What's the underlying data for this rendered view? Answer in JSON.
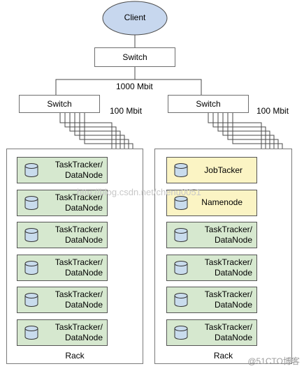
{
  "client_label": "Client",
  "top_switch_label": "Switch",
  "uplink_speed": "1000 Mbit",
  "left_switch_label": "Switch",
  "right_switch_label": "Switch",
  "left_link_speed": "100 Mbit",
  "right_link_speed": "100 Mbit",
  "left_rack": {
    "label": "Rack",
    "nodes": [
      {
        "line1": "TaskTracker/",
        "line2": "DataNode"
      },
      {
        "line1": "TaskTracker/",
        "line2": "DataNode"
      },
      {
        "line1": "TaskTracker/",
        "line2": "DataNode"
      },
      {
        "line1": "TaskTracker/",
        "line2": "DataNode"
      },
      {
        "line1": "TaskTracker/",
        "line2": "DataNode"
      },
      {
        "line1": "TaskTracker/",
        "line2": "DataNode"
      }
    ]
  },
  "right_rack": {
    "label": "Rack",
    "nodes": [
      {
        "line1": "JobTacker",
        "line2": ""
      },
      {
        "line1": "Namenode",
        "line2": ""
      },
      {
        "line1": "TaskTracker/",
        "line2": "DataNode"
      },
      {
        "line1": "TaskTracker/",
        "line2": "DataNode"
      },
      {
        "line1": "TaskTracker/",
        "line2": "DataNode"
      },
      {
        "line1": "TaskTracker/",
        "line2": "DataNode"
      }
    ]
  },
  "colors": {
    "client_fill": "#c7d7ee",
    "worker_fill": "#d6e8cf",
    "master_fill": "#fbf4c4",
    "db_fill": "#c9dced",
    "line": "#4a4a4a"
  },
  "watermark_text": "http://blog.csdn.net/chenu0051",
  "corner_mark_text": "@51CTO博客"
}
